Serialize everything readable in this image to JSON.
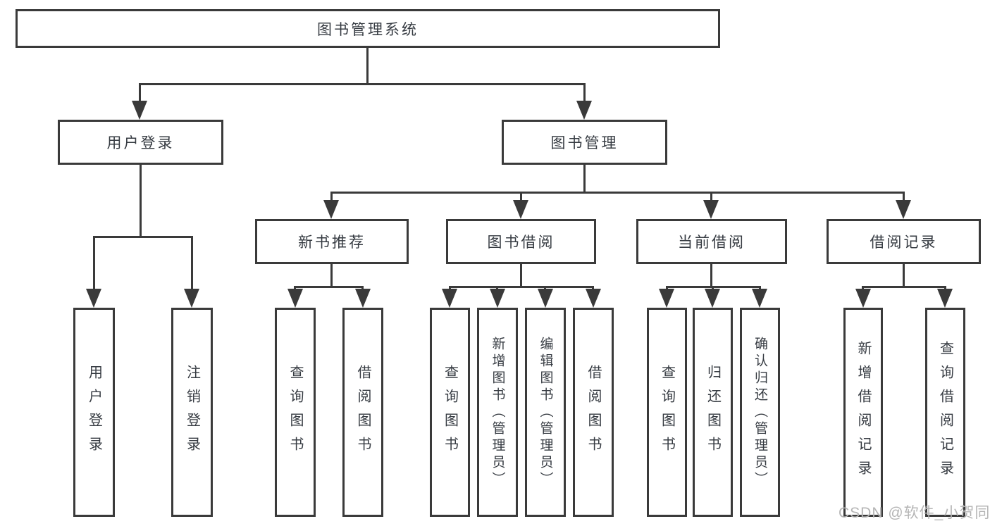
{
  "diagram": {
    "title": "图书管理系统",
    "root": "图书管理系统",
    "level2": {
      "user_login": "用户登录",
      "book_mgmt": "图书管理"
    },
    "level3": {
      "new_books": "新书推荐",
      "book_borrow": "图书借阅",
      "current_borrow": "当前借阅",
      "borrow_records": "借阅记录"
    },
    "leaves": {
      "user_login": [
        "用户登录",
        "注销登录"
      ],
      "new_books": [
        "查询图书",
        "借阅图书"
      ],
      "book_borrow": [
        "查询图书",
        "新增图书（管理员）",
        "编辑图书（管理员）",
        "借阅图书"
      ],
      "current_borrow": [
        "查询图书",
        "归还图书",
        "确认归还（管理员）"
      ],
      "borrow_records": [
        "新增借阅记录",
        "查询借阅记录"
      ]
    }
  },
  "watermark": {
    "text": "CSDN @软件_小贺同学"
  },
  "colors": {
    "stroke": "#3a3a3a",
    "text": "#363b42",
    "background": "#ffffff",
    "watermark": "#b5b5b5"
  }
}
